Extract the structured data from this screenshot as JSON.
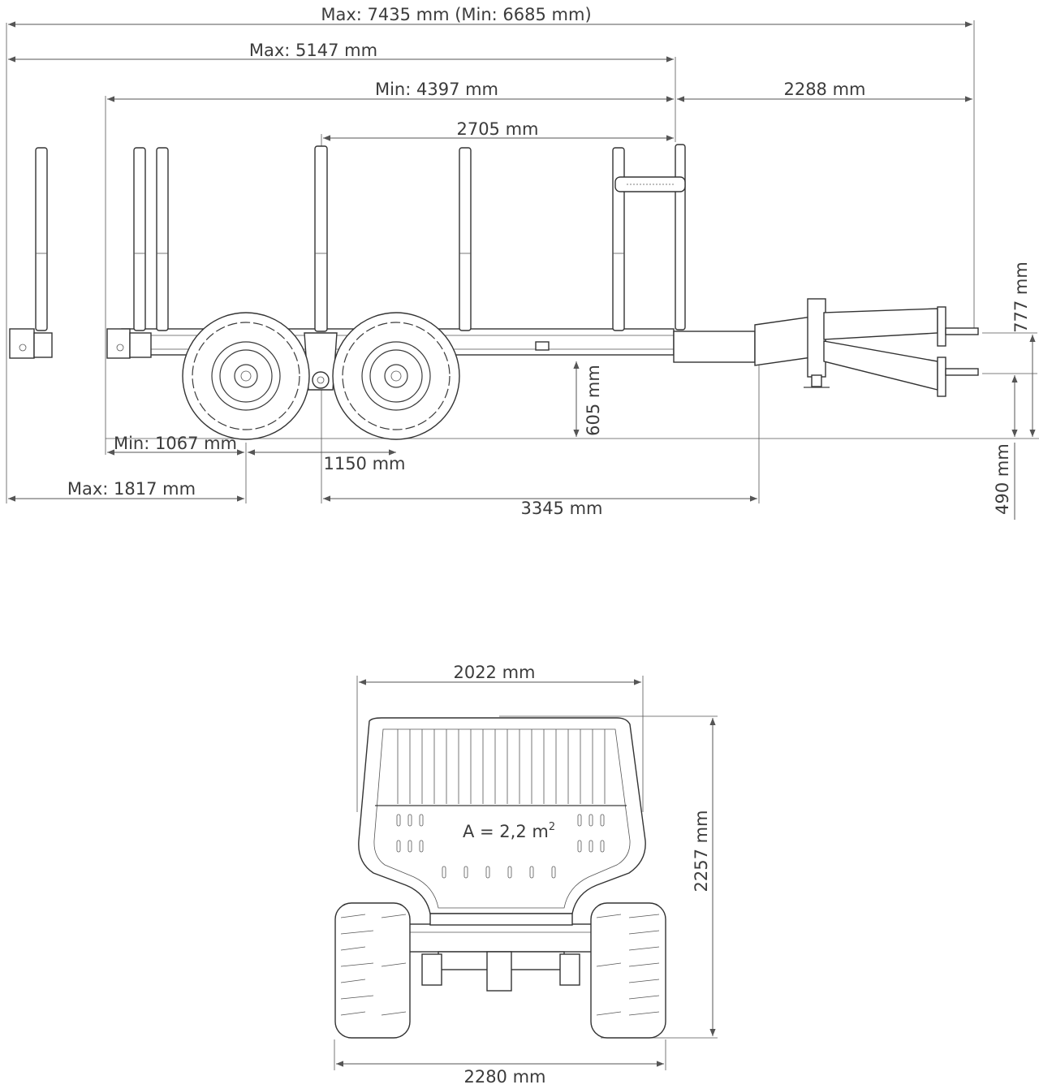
{
  "side_view": {
    "dimensions": {
      "overall_length": "Max: 7435 mm (Min: 6685 mm)",
      "frame_max": "Max: 5147 mm",
      "frame_min": "Min: 4397 mm",
      "drawbar_length": "2288 mm",
      "stake_span": "2705 mm",
      "height_frame": "605 mm",
      "drawbar_height": "777 mm",
      "hitch_height": "490 mm",
      "rear_overhang_min": "Min: 1067 mm",
      "wheelbase": "1150 mm",
      "rear_overhang_max": "Max: 1817 mm",
      "axle_to_hitch": "3345 mm"
    }
  },
  "rear_view": {
    "dimensions": {
      "bunk_width": "2022 mm",
      "total_height": "2257 mm",
      "total_width": "2280 mm"
    },
    "area_label": "A = 2,2 m",
    "area_superscript": "2"
  },
  "colors": {
    "line": "#3a3a3a",
    "text": "#3c3c3c"
  }
}
